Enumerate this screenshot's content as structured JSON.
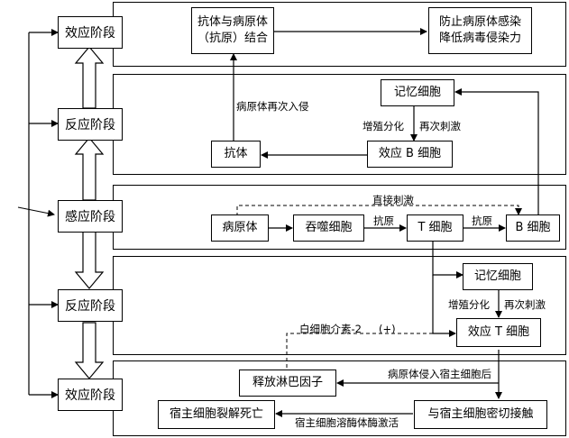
{
  "stages": {
    "s1": "效应阶段",
    "s2": "反应阶段",
    "s3": "感应阶段",
    "s4": "反应阶段",
    "s5": "效应阶段"
  },
  "panel1": {
    "antibody_binding": [
      "抗体与病原体",
      "（抗原）结合"
    ],
    "prevent": [
      "防止病原体感染",
      "降低病毒侵染力"
    ]
  },
  "panel2": {
    "memory_cell": "记忆细胞",
    "effector_b": "效应 B 细胞",
    "antibody": "抗体",
    "label_reinvade": "病原体再次入侵",
    "label_prolif": "增殖分化",
    "label_restim": "再次刺激"
  },
  "panel3": {
    "pathogen": "病原体",
    "phagocyte": "吞噬细胞",
    "t_cell": "T 细胞",
    "b_cell": "B 细胞",
    "label_antigen1": "抗原",
    "label_antigen2": "抗原",
    "label_direct": "直接刺激"
  },
  "panel4": {
    "memory_cell": "记忆细胞",
    "effector_t": "效应 T 细胞",
    "label_prolif": "增殖分化",
    "label_restim": "再次刺激",
    "label_il2": "白细胞介素-2",
    "label_plus": "(+)"
  },
  "panel5": {
    "lymphokine": "释放淋巴因子",
    "contact": "与宿主细胞密切接触",
    "lysis": "宿主细胞裂解死亡",
    "label_invade_host": "病原体侵入宿主细胞后",
    "label_lysozyme": "宿主细胞溶酶体酶激活"
  }
}
